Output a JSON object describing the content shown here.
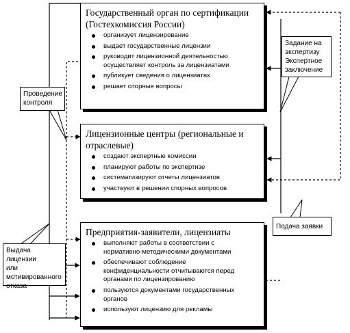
{
  "nodes": {
    "authority": {
      "title": "Государственный орган по сертификации\n(Гостехкомиссия России)",
      "items": [
        "организует лицензирование",
        "выдает государственные лицензии",
        "руководит лицензионной деятельностью\nосуществляет контроль за лицензиатами",
        "публикует сведения о лицензиатах",
        "решает спорные вопросы"
      ]
    },
    "centers": {
      "title": "Лицензионные центры (региональные и\nотраслевые)",
      "items": [
        "создают экспертные комиссии",
        "планируют работы по экспертизе",
        "систематизируют отчеты лицензиатов",
        "участвуют в решении спорных вопросов"
      ]
    },
    "enterprises": {
      "title": "Предприятия-заявители, лицензиаты",
      "items": [
        "выполняют работы в соответствии с\nнормативно-методическими документами",
        "обеспечивают соблюдение\nконфиденциальности отчитываются перед\nорганами по лицензированию",
        "пользуются документами государственных\nорганов",
        "используют лицензию для рекламы"
      ]
    }
  },
  "callouts": {
    "expertise": "Задание на\nэкспертизу\nЭкспертное\nзаключение",
    "control": "Проведение\nконтроля",
    "license": "Выдача лицензии\nили\nмотивированного\nотказа",
    "application": "Подача заявки"
  }
}
